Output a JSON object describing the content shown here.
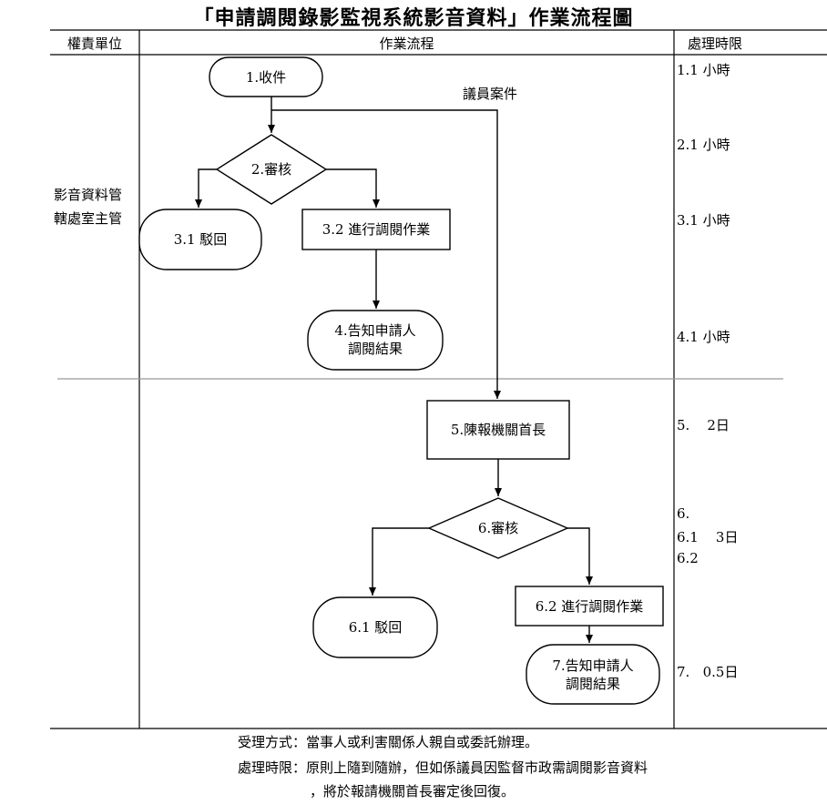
{
  "title": "「申請調閱錄影監視系統影音資料」作業流程圖",
  "header": {
    "col_unit": "權責單位",
    "col_flow": "作業流程",
    "col_time": "處理時限"
  },
  "unit": {
    "line1": "影音資料管",
    "line2": "轄處室主管"
  },
  "nodes": {
    "n1": "1.收件",
    "n2": "2.審核",
    "n31": "3.1 駁回",
    "n32": "3.2 進行調閱作業",
    "n4_line1": "4.告知申請人",
    "n4_line2": "調閱結果",
    "n5": "5.陳報機關首長",
    "n6": "6.審核",
    "n61": "6.1 駁回",
    "n62": "6.2 進行調閱作業",
    "n7_line1": "7.告知申請人",
    "n7_line2": "調閱結果"
  },
  "branch_label": "議員案件",
  "times": {
    "t1": "1.1 小時",
    "t2": "2.1 小時",
    "t3": "3.1 小時",
    "t4": "4.1 小時",
    "t5": "5.    2日",
    "t6a": "6.",
    "t6b": "6.1    3日",
    "t6c": "6.2",
    "t7": "7.   0.5日"
  },
  "footer": {
    "line1": "受理方式：當事人或利害關係人親自或委託辦理。",
    "line2": "處理時限：原則上隨到隨辦，但如係議員因監督市政需調閱影音資料",
    "line3": "，將於報請機關首長審定後回復。"
  }
}
